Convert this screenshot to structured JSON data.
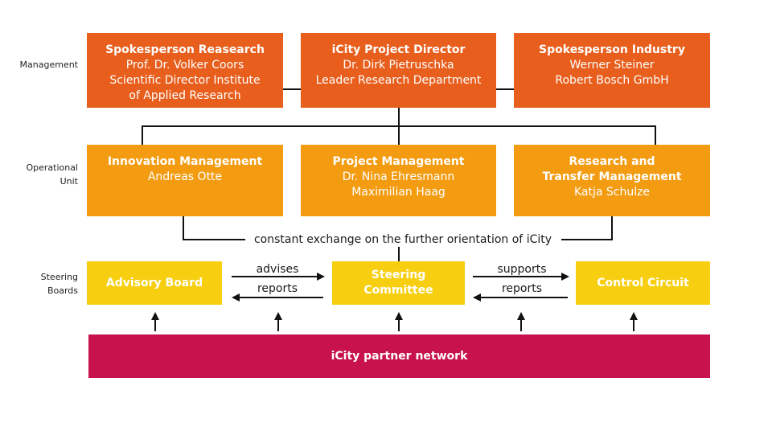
{
  "row_labels": {
    "management": "Management",
    "operational_line1": "Operational",
    "operational_line2": "Unit",
    "steering_line1": "Steering",
    "steering_line2": "Boards"
  },
  "management": {
    "left": {
      "title": "Spokesperson Reasearch",
      "lines": [
        "Prof. Dr. Volker Coors",
        "Scientific Director Institute",
        "of Applied Research"
      ]
    },
    "center": {
      "title": "iCity Project Director",
      "lines": [
        "Dr. Dirk Pietruschka",
        "Leader Research Department"
      ]
    },
    "right": {
      "title": "Spokesperson Industry",
      "lines": [
        "Werner Steiner",
        "Robert Bosch GmbH"
      ]
    }
  },
  "operational": {
    "left": {
      "title_lines": [
        "Innovation Management"
      ],
      "lines": [
        "Andreas Otte"
      ]
    },
    "center": {
      "title_lines": [
        "Project Management"
      ],
      "lines": [
        "Dr. Nina Ehresmann",
        "Maximilian Haag"
      ]
    },
    "right": {
      "title_lines": [
        "Research and",
        "Transfer Management"
      ],
      "lines": [
        "Katja Schulze"
      ]
    }
  },
  "exchange_text": "constant exchange on the further orientation of iCity",
  "steering": {
    "left": "Advisory Board",
    "center": "Steering Committee",
    "right": "Control Circuit",
    "left_arrow_top": "advises",
    "left_arrow_bottom": "reports",
    "right_arrow_top": "supports",
    "right_arrow_bottom": "reports"
  },
  "partner": "iCity partner network",
  "colors": {
    "management": "#e85e1c",
    "operational": "#f39c12",
    "steering": "#f7cf10",
    "partner": "#c8124b"
  }
}
